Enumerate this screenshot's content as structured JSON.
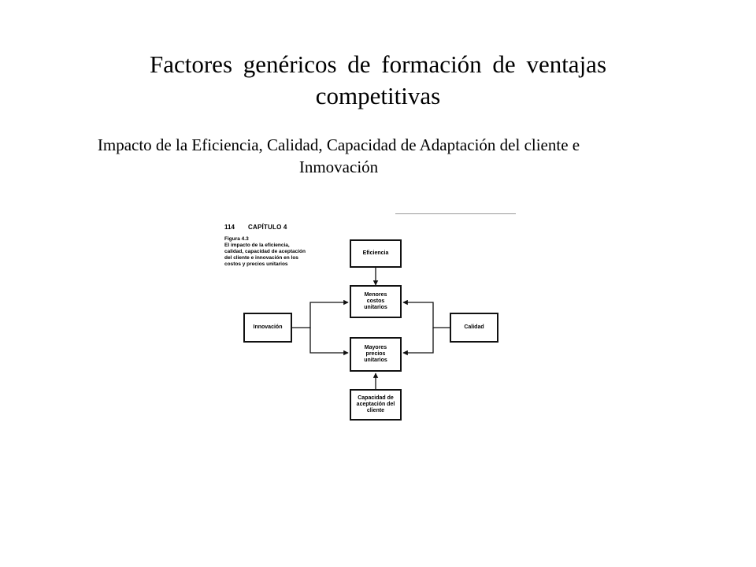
{
  "slide": {
    "title": "Factores genéricos de formación de ventajas competitivas",
    "subtitle": "Impacto de la Eficiencia, Calidad, Capacidad de Adaptación del cliente e Inmovación"
  },
  "figure": {
    "page_number": "114",
    "chapter": "CAPÍTULO 4",
    "caption_label": "Figura 4.3",
    "caption_text": "El impacto de la eficiencia, calidad, capacidad de aceptación del cliente e innovación en los costos y precios unitarios",
    "nodes": {
      "eficiencia": "Eficiencia",
      "menores_costos": "Menores\ncostos\nunitarios",
      "mayores_precios": "Mayores\nprecios\nunitarios",
      "innovacion": "Innovación",
      "calidad": "Calidad",
      "capacidad": "Capacidad de\naceptación del\ncliente"
    }
  }
}
